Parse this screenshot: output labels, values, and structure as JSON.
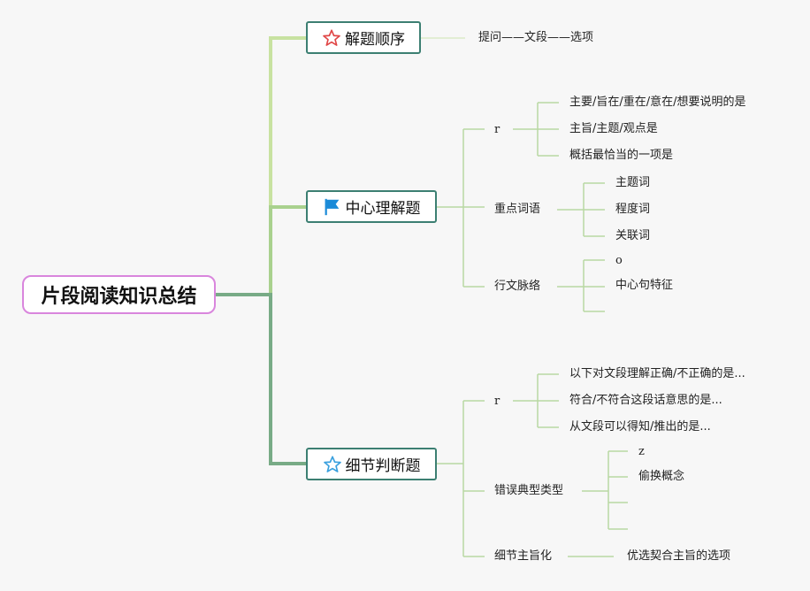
{
  "root": {
    "label": "片段阅读知识总结"
  },
  "topics": {
    "order": {
      "label": "解题顺序",
      "icon": "star-red-icon",
      "sequence": "提问——文段——选项"
    },
    "central": {
      "label": "中心理解题",
      "icon": "flag-blue-icon",
      "group1": {
        "label": "r",
        "items": [
          "主要/旨在/重在/意在/想要说明的是",
          "主旨/主题/观点是",
          "概括最恰当的一项是"
        ]
      },
      "group2": {
        "label": "重点词语",
        "items": [
          "主题词",
          "程度词",
          "关联词"
        ]
      },
      "group3": {
        "label": "行文脉络",
        "items": [
          "o",
          "中心句特征",
          ""
        ]
      }
    },
    "detail": {
      "label": "细节判断题",
      "icon": "star-blue-icon",
      "group1": {
        "label": "r",
        "items": [
          "以下对文段理解正确/不正确的是...",
          "符合/不符合这段话意思的是...",
          "从文段可以得知/推出的是..."
        ]
      },
      "group2": {
        "label": "错误典型类型",
        "items": [
          "z",
          "偷换概念",
          "",
          ""
        ]
      },
      "group3": {
        "label": "细节主旨化",
        "items": [
          "优选契合主旨的选项"
        ]
      }
    }
  },
  "colors": {
    "branch_light": "#c8e2a1",
    "branch_mid": "#a9d18e",
    "branch_dark": "#78ab86",
    "sub_line": "#b9d8a3",
    "topic_border": "#3c7f72",
    "root_border": "#d986dd",
    "star_red": "#e04646",
    "flag_blue": "#1a8ad8",
    "star_blue": "#3aa0de"
  }
}
